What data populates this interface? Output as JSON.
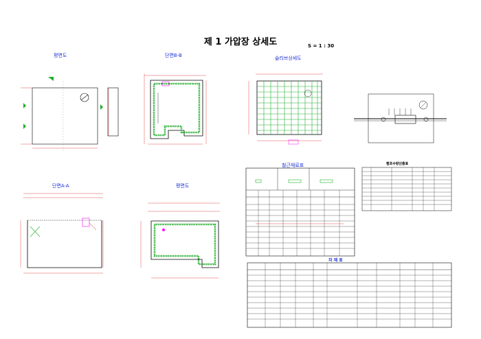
{
  "sheet": {
    "title": "제 1 가압장 상세도",
    "scale": "S = 1 : 30"
  },
  "views": {
    "plan": "평면도",
    "section_b": "단면B-B",
    "slab": "슬라브상세도",
    "section_a": "단면A-A",
    "floor_plan": "평면도",
    "rebar_table": "철근재료표"
  },
  "tables": {
    "pump_spec_title": "펌프수량산출표",
    "quantity_title": "자  재  표"
  },
  "colors": {
    "line": "#000000",
    "rebar": "#1fae2a",
    "dimension": "#e02020",
    "label": "#1a2fd6",
    "accent": "#ff00ff"
  }
}
